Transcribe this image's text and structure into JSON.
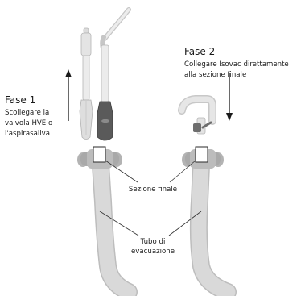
{
  "step1": {
    "title": "Fase 1",
    "lines": [
      "Scollegare la",
      "valvola HVE o",
      "l'aspirasaliva"
    ]
  },
  "step2": {
    "title": "Fase 2",
    "lines": [
      "Collegare Isovac direttamente",
      "alla sezione finale"
    ]
  },
  "labels": {
    "end_section": "Sezione finale",
    "tube_lines": [
      "Tubo di",
      "evacuazione"
    ]
  },
  "colors": {
    "tube": "#d9d9d9",
    "tube_edge": "#bdbdbd",
    "valve_body": "#e3e3e3",
    "valve_dark": "#6e6e6e",
    "clamp": "#a9a9a9",
    "text": "#1a1a1a",
    "leader": "#333333"
  }
}
